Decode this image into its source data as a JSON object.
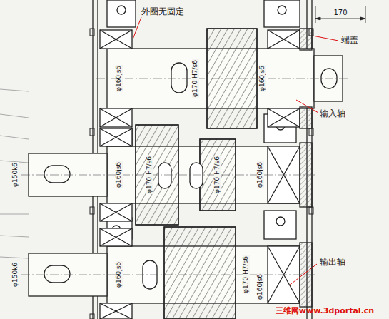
{
  "diagram": {
    "labels": [
      "外圈无固定",
      "170",
      "端盖",
      "输入轴",
      "φ160js6",
      "φ170 H7/s6",
      "φ160js6",
      "φ150k6",
      "φ160js6",
      "φ170 H7/s6",
      "φ170 H7/s6",
      "φ160js6",
      "输出轴",
      "φ150k6",
      "φ160js6",
      "φ170 H7/s6",
      "φ160js6",
      "三维网www.3dportal.cn"
    ]
  }
}
